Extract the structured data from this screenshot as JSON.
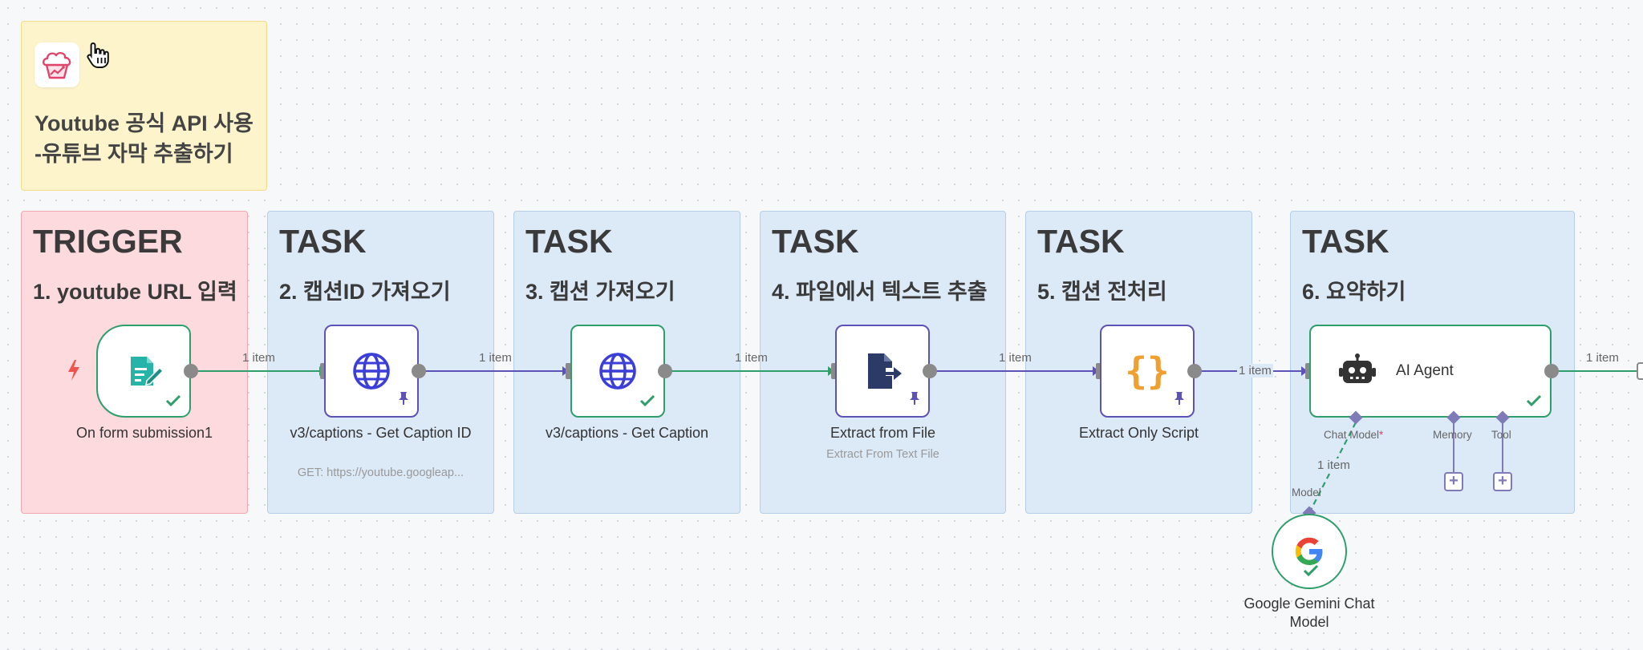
{
  "note": {
    "line1": "Youtube 공식 API 사용",
    "line2": "-유튜브 자막 추출하기",
    "logo_icon": "cupcake-chart-logo-icon"
  },
  "colors": {
    "trigger_bg": "#fcdadd",
    "task_bg": "#dce9f7",
    "note_bg": "#fef4cc",
    "success_green": "#2e9e6a",
    "connection_purple": "#5d52b6"
  },
  "sections": [
    {
      "title": "TRIGGER",
      "subtitle": "1. youtube URL 입력"
    },
    {
      "title": "TASK",
      "subtitle": "2. 캡션ID 가져오기"
    },
    {
      "title": "TASK",
      "subtitle": "3. 캡션 가져오기"
    },
    {
      "title": "TASK",
      "subtitle": "4. 파일에서 텍스트 추출"
    },
    {
      "title": "TASK",
      "subtitle": "5. 캡션 전처리"
    },
    {
      "title": "TASK",
      "subtitle": "6. 요약하기"
    }
  ],
  "nodes": {
    "form": {
      "label": "On form submission1",
      "icon": "form-edit-icon"
    },
    "get_caption_id": {
      "label": "v3/captions - Get Caption ID",
      "sublabel": "GET: https://youtube.googleap...",
      "icon": "globe-icon"
    },
    "get_caption": {
      "label": "v3/captions - Get Caption",
      "icon": "globe-icon"
    },
    "extract_file": {
      "label": "Extract from File",
      "sublabel": "Extract From Text File",
      "icon": "file-export-icon"
    },
    "extract_script": {
      "label": "Extract Only Script",
      "icon": "code-braces-icon"
    },
    "ai_agent": {
      "label": "AI Agent",
      "icon": "robot-icon",
      "ports": {
        "chat_model": "Chat Model",
        "required_mark": "*",
        "memory": "Memory",
        "tool": "Tool"
      }
    },
    "gemini": {
      "label_line1": "Google Gemini Chat",
      "label_line2": "Model",
      "port": "Model",
      "icon": "google-icon"
    }
  },
  "edges": {
    "e1": "1 item",
    "e2": "1 item",
    "e3": "1 item",
    "e4": "1 item",
    "e5": "1 item",
    "e6": "1 item",
    "e_model": "1 item"
  }
}
